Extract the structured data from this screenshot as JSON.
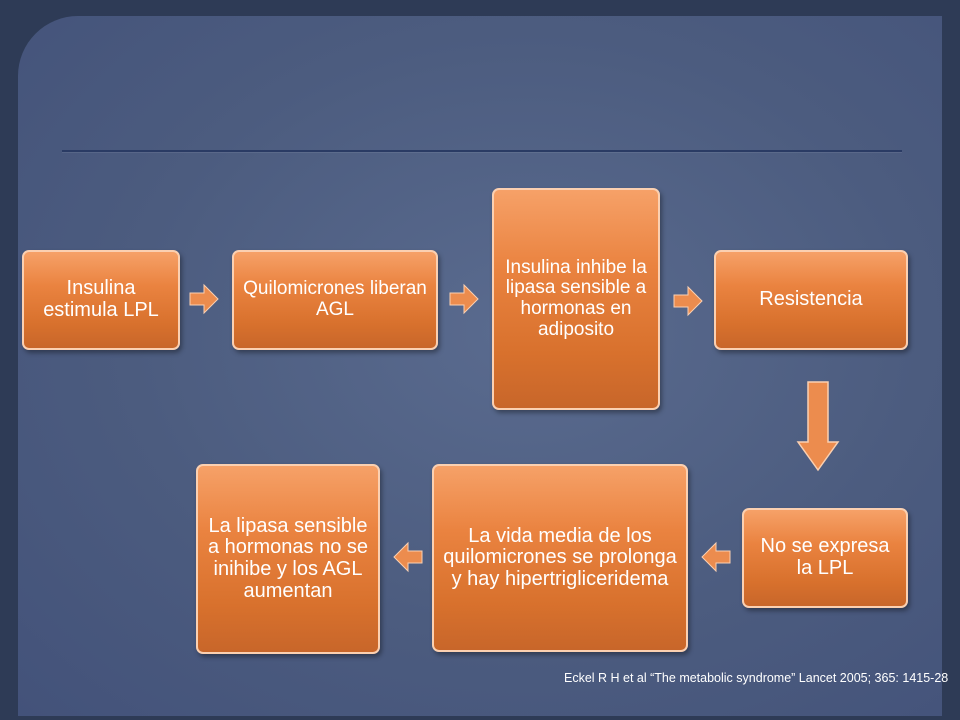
{
  "diagram": {
    "nodes": [
      {
        "id": "n1",
        "label": "Insulina estimula LPL"
      },
      {
        "id": "n2",
        "label": "Quilomicrones liberan AGL"
      },
      {
        "id": "n3",
        "label": "Insulina inhibe la lipasa sensible a hormonas en adiposito"
      },
      {
        "id": "n4",
        "label": "Resistencia"
      },
      {
        "id": "n5",
        "label": "No se expresa la LPL"
      },
      {
        "id": "n6",
        "label": "La vida media de los quilomicrones se prolonga y hay hipertrigliceridema"
      },
      {
        "id": "n7",
        "label": "La lipasa sensible a hormonas no se inihibe y los  AGL aumentan"
      }
    ],
    "edges": [
      {
        "from": "n1",
        "to": "n2"
      },
      {
        "from": "n2",
        "to": "n3"
      },
      {
        "from": "n3",
        "to": "n4"
      },
      {
        "from": "n4",
        "to": "n5"
      },
      {
        "from": "n5",
        "to": "n6"
      },
      {
        "from": "n6",
        "to": "n7"
      }
    ]
  },
  "citation": "Eckel R H et al “The metabolic syndrome” Lancet 2005; 365: 1415-28",
  "colors": {
    "background": "#4c5c7f",
    "box_fill": "#e07a36",
    "box_border": "#fbd0b1",
    "arrow_fill": "#ec8c4e",
    "text": "#ffffff"
  }
}
